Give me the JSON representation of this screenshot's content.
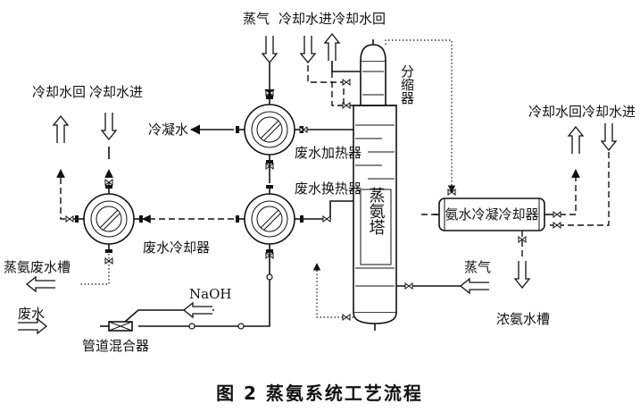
{
  "labels": {
    "steam_top": "蒸气",
    "cw_in_top": "冷却水进",
    "cw_out_top": "冷却水回",
    "dephlegmator": "分缩器",
    "cw_out_left": "冷却水回",
    "cw_in_left": "冷却水进",
    "condensate": "冷凝水",
    "ww_heater": "废水加热器",
    "ww_exchanger": "废水换热器",
    "ww_cooler": "废水冷却器",
    "tower": "蒸氨塔",
    "cw_out_right": "冷却水回",
    "cw_in_right": "冷却水进",
    "ammonia_cooler": "氨水冷凝冷却器",
    "ammonia_ww_tank": "蒸氨废水槽",
    "naoh": "NaOH",
    "wastewater": "废水",
    "steam_right": "蒸气",
    "conc_ammonia_tank": "浓氨水槽",
    "pipeline_mixer": "管道混合器"
  },
  "caption": "图 2   蒸氨系统工艺流程"
}
